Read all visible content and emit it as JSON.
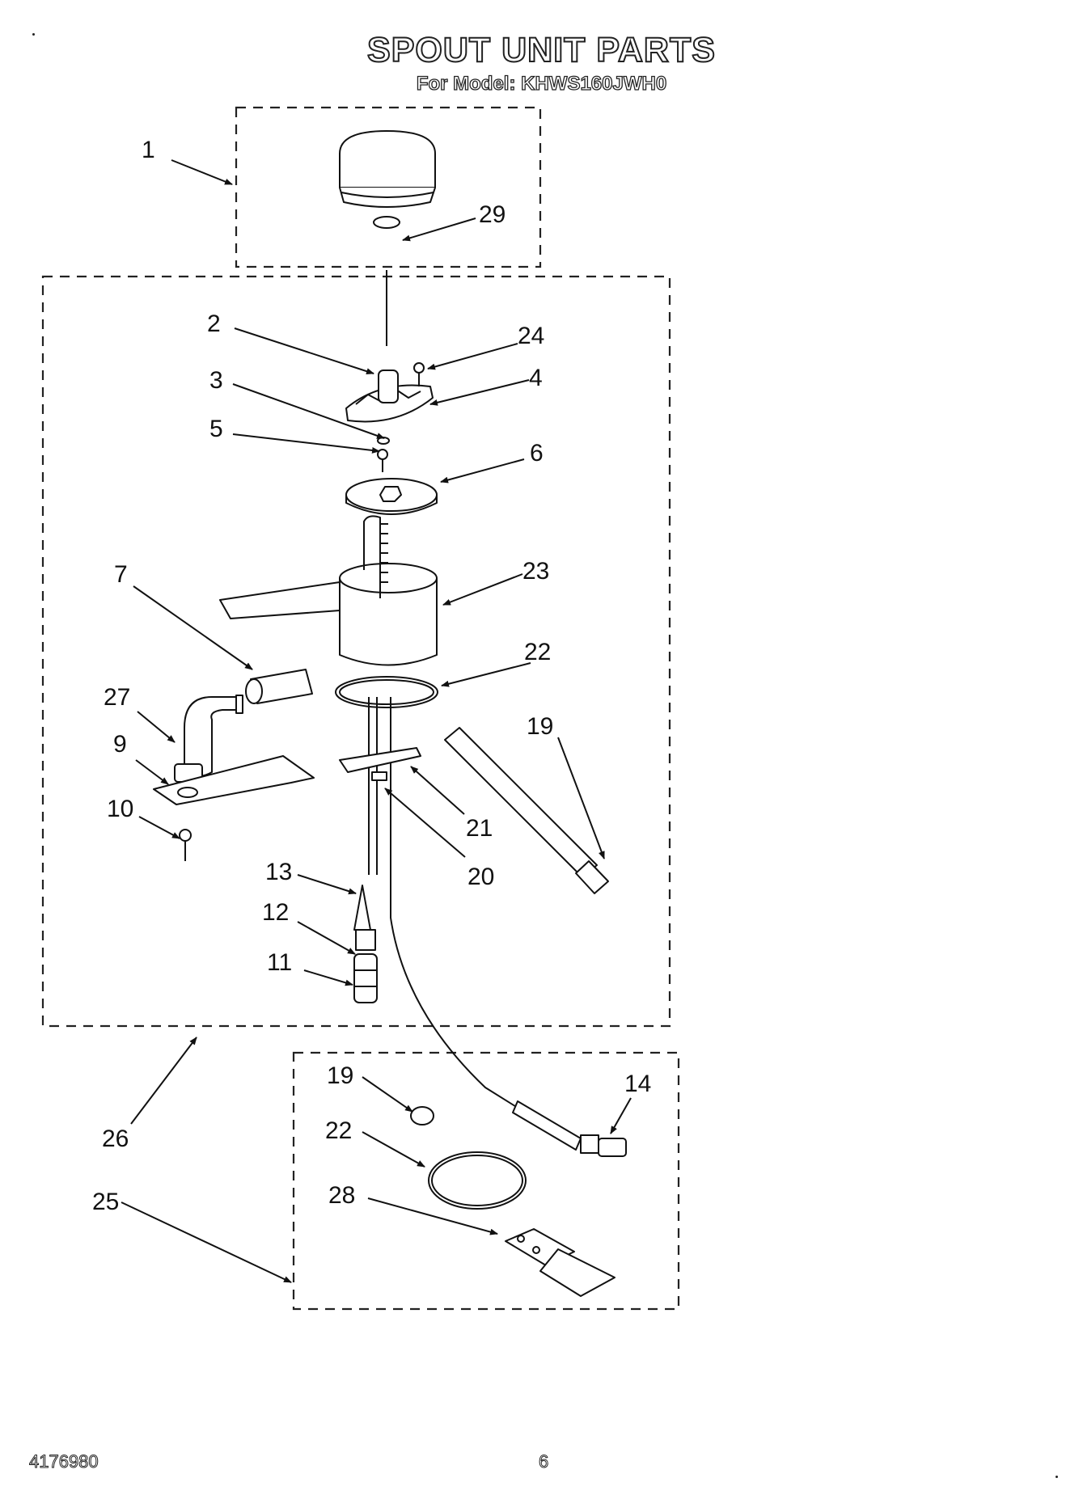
{
  "header": {
    "title": "SPOUT UNIT PARTS",
    "model_line": "For Model: KHWS160JWH0"
  },
  "callouts": [
    {
      "id": "c1",
      "label": "1"
    },
    {
      "id": "c29",
      "label": "29"
    },
    {
      "id": "c2",
      "label": "2"
    },
    {
      "id": "c24",
      "label": "24"
    },
    {
      "id": "c3",
      "label": "3"
    },
    {
      "id": "c4",
      "label": "4"
    },
    {
      "id": "c5",
      "label": "5"
    },
    {
      "id": "c6",
      "label": "6"
    },
    {
      "id": "c7",
      "label": "7"
    },
    {
      "id": "c23",
      "label": "23"
    },
    {
      "id": "c22a",
      "label": "22"
    },
    {
      "id": "c27",
      "label": "27"
    },
    {
      "id": "c19a",
      "label": "19"
    },
    {
      "id": "c9",
      "label": "9"
    },
    {
      "id": "c21",
      "label": "21"
    },
    {
      "id": "c10",
      "label": "10"
    },
    {
      "id": "c20",
      "label": "20"
    },
    {
      "id": "c13",
      "label": "13"
    },
    {
      "id": "c12",
      "label": "12"
    },
    {
      "id": "c11",
      "label": "11"
    },
    {
      "id": "c19b",
      "label": "19"
    },
    {
      "id": "c14",
      "label": "14"
    },
    {
      "id": "c26",
      "label": "26"
    },
    {
      "id": "c22b",
      "label": "22"
    },
    {
      "id": "c25",
      "label": "25"
    },
    {
      "id": "c28",
      "label": "28"
    }
  ],
  "footer": {
    "doc_number": "4176980",
    "page_number": "6"
  }
}
